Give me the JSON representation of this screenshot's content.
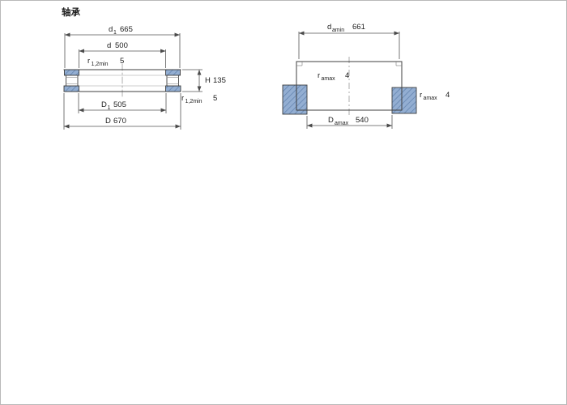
{
  "title": "轴承",
  "left_view": {
    "d1": {
      "sym": "d",
      "sub": "1",
      "val": "665"
    },
    "d": {
      "sym": "d",
      "val": "500"
    },
    "r_top": {
      "sym": "r",
      "sub": "1,2min",
      "val": "5"
    },
    "H": {
      "sym": "H",
      "val": "135"
    },
    "r_bottom": {
      "sym": "r",
      "sub": "1,2min",
      "val": "5"
    },
    "D1": {
      "sym": "D",
      "sub": "1",
      "val": "505"
    },
    "D": {
      "sym": "D",
      "val": "670"
    }
  },
  "right_view": {
    "da": {
      "sym": "d",
      "sub": "amin",
      "val": "661"
    },
    "ra_top": {
      "sym": "r",
      "sub": "amax",
      "val": "4"
    },
    "ra_right": {
      "sym": "r",
      "sub": "amax",
      "val": "4"
    },
    "Da": {
      "sym": "D",
      "sub": "amax",
      "val": "540"
    }
  },
  "colors": {
    "steel_fill": "#93aed2",
    "steel_hatch": "#5f80ab",
    "outline": "#3f3f3f",
    "dim_line": "#555555"
  }
}
